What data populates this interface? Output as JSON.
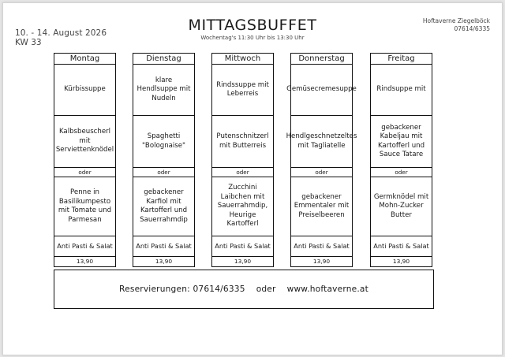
{
  "header": {
    "date_range": "10. - 14. August 2026",
    "week": "KW 33",
    "title": "MITTAGSBUFFET",
    "subtitle": "Wochentag's 11:30 Uhr bis 13:30 Uhr",
    "restaurant_name": "Hoftaverne Ziegelböck",
    "restaurant_phone": "07614/6335"
  },
  "days": [
    {
      "name": "Montag",
      "soup": "Kürbissuppe",
      "main1": "Kalbsbeuscherl mit Serviettenknödel",
      "or_label": "oder",
      "main2": "Penne in Basilikumpesto mit Tomate und Parmesan",
      "side": "Anti Pasti & Salat",
      "price": "13,90"
    },
    {
      "name": "Dienstag",
      "soup": "klare Hendlsuppe mit Nudeln",
      "main1": "Spaghetti \"Bolognaise\"",
      "or_label": "oder",
      "main2": "gebackener Karfiol mit Kartofferl und Sauerrahmdip",
      "side": "Anti Pasti & Salat",
      "price": "13,90"
    },
    {
      "name": "Mittwoch",
      "soup": "Rindssuppe mit Leberreis",
      "main1": "Putenschnitzerl mit Butterreis",
      "or_label": "oder",
      "main2": "Zucchini Laibchen mit Sauerrahmdip, Heurige Kartofferl",
      "side": "Anti Pasti & Salat",
      "price": "13,90"
    },
    {
      "name": "Donnerstag",
      "soup": "Gemüsecremesuppe",
      "main1": "Hendlgeschnetzeltes mit Tagliatelle",
      "or_label": "oder",
      "main2": "gebackener Emmentaler mit Preiselbeeren",
      "side": "Anti Pasti & Salat",
      "price": "13,90"
    },
    {
      "name": "Freitag",
      "soup": "Rindsuppe mit",
      "main1": "gebackener Kabeljau mit Kartofferl und Sauce Tatare",
      "or_label": "oder",
      "main2": "Germknödel mit Mohn-Zucker Butter",
      "side": "Anti Pasti & Salat",
      "price": "13,90"
    }
  ],
  "footer": {
    "reservation": "Reservierungen: 07614/6335",
    "or_text": "oder",
    "website": "www.hoftaverne.at"
  }
}
